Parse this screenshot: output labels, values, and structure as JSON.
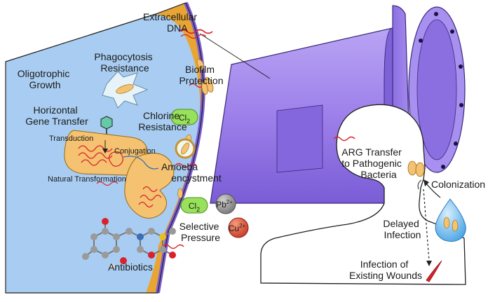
{
  "labels": {
    "extracellular_dna": [
      "Extracellular",
      "DNA"
    ],
    "phagocytosis": [
      "Phagocytosis",
      "Resistance"
    ],
    "oligotrophic": [
      "Oligotrophic",
      "Growth"
    ],
    "biofilm": [
      "Biofilm",
      "Protection"
    ],
    "hgt": [
      "Horizontal",
      "Gene Transfer"
    ],
    "chlorine": [
      "Chlorine",
      "Resistance"
    ],
    "transduction": "Transduction",
    "conjugation": "Conjugation",
    "amoeba": [
      "Amoeba",
      "encystment"
    ],
    "natural_transformation": "Natural Transformation",
    "selective_pressure": [
      "Selective",
      "Pressure"
    ],
    "antibiotics": "Antibiotics",
    "arg_transfer": [
      "ARG Transfer",
      "to Pathogenic",
      "Bacteria"
    ],
    "colonization": "Colonization",
    "delayed_infection": [
      "Delayed",
      "Infection"
    ],
    "wound_infection": [
      "Infection of",
      "Existing Wounds"
    ]
  },
  "chem": {
    "cl": "Cl",
    "cl_sub": "2",
    "pb": "Pb",
    "pb_sup": "2+",
    "cu": "Cu",
    "cu_sup": "2+"
  },
  "colors": {
    "water_blue": "#a9cdf2",
    "pipe_purple": "#9b7fe8",
    "biofilm_orange": "#e8a533",
    "bacteria_yellow": "#f4c271",
    "dna_red": "#d9222c",
    "chlorine_green": "#97e25a",
    "lead_gray": "#8f8f8f",
    "copper_red": "#d9442d"
  }
}
